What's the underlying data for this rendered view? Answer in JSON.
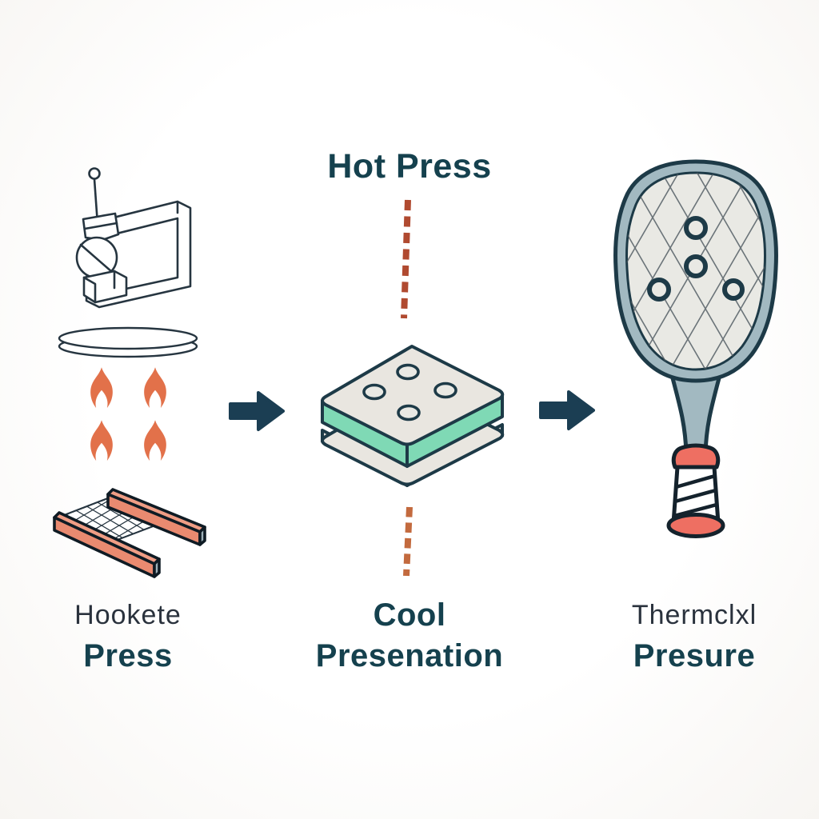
{
  "diagram": {
    "title": "Hot Press",
    "steps": [
      {
        "name": "heating-press-components",
        "label_line1": "Hookete",
        "label_line2": "Press"
      },
      {
        "name": "pressed-core-panel",
        "label_line1": "Cool",
        "label_line2": "Presenation"
      },
      {
        "name": "finished-paddle",
        "label_line1": "Thermclxl",
        "label_line2": "Presure"
      }
    ],
    "icons": [
      "clamp-press-icon",
      "platen-disc-icon",
      "flame-icon",
      "mesh-press-bed-icon",
      "arrow-right-icon",
      "dashed-connector-line",
      "core-sandwich-icon",
      "pickleball-paddle-icon"
    ],
    "colors": {
      "bg": "#f7f5f2",
      "ink": "#263540",
      "teal-text": "#15414e",
      "muted-text": "#2a323d",
      "arrow": "#1b3e53",
      "flame": "#e2714a",
      "rail": "#e98a70",
      "rail-top": "#ef9d85",
      "cap": "#9fb2ba",
      "dash-top": "#b04a30",
      "dash-bottom": "#c36a3e",
      "mint": "#7fd9b5",
      "slab-face": "#e9e6e0",
      "slab-side": "#e6e3dd",
      "outline": "#1d3a47",
      "rim": "#a2b9c1",
      "face": "#e9e9e4",
      "hatch": "#4b565e",
      "salmon": "#ee6f62",
      "grip-ink": "#14222c"
    }
  }
}
